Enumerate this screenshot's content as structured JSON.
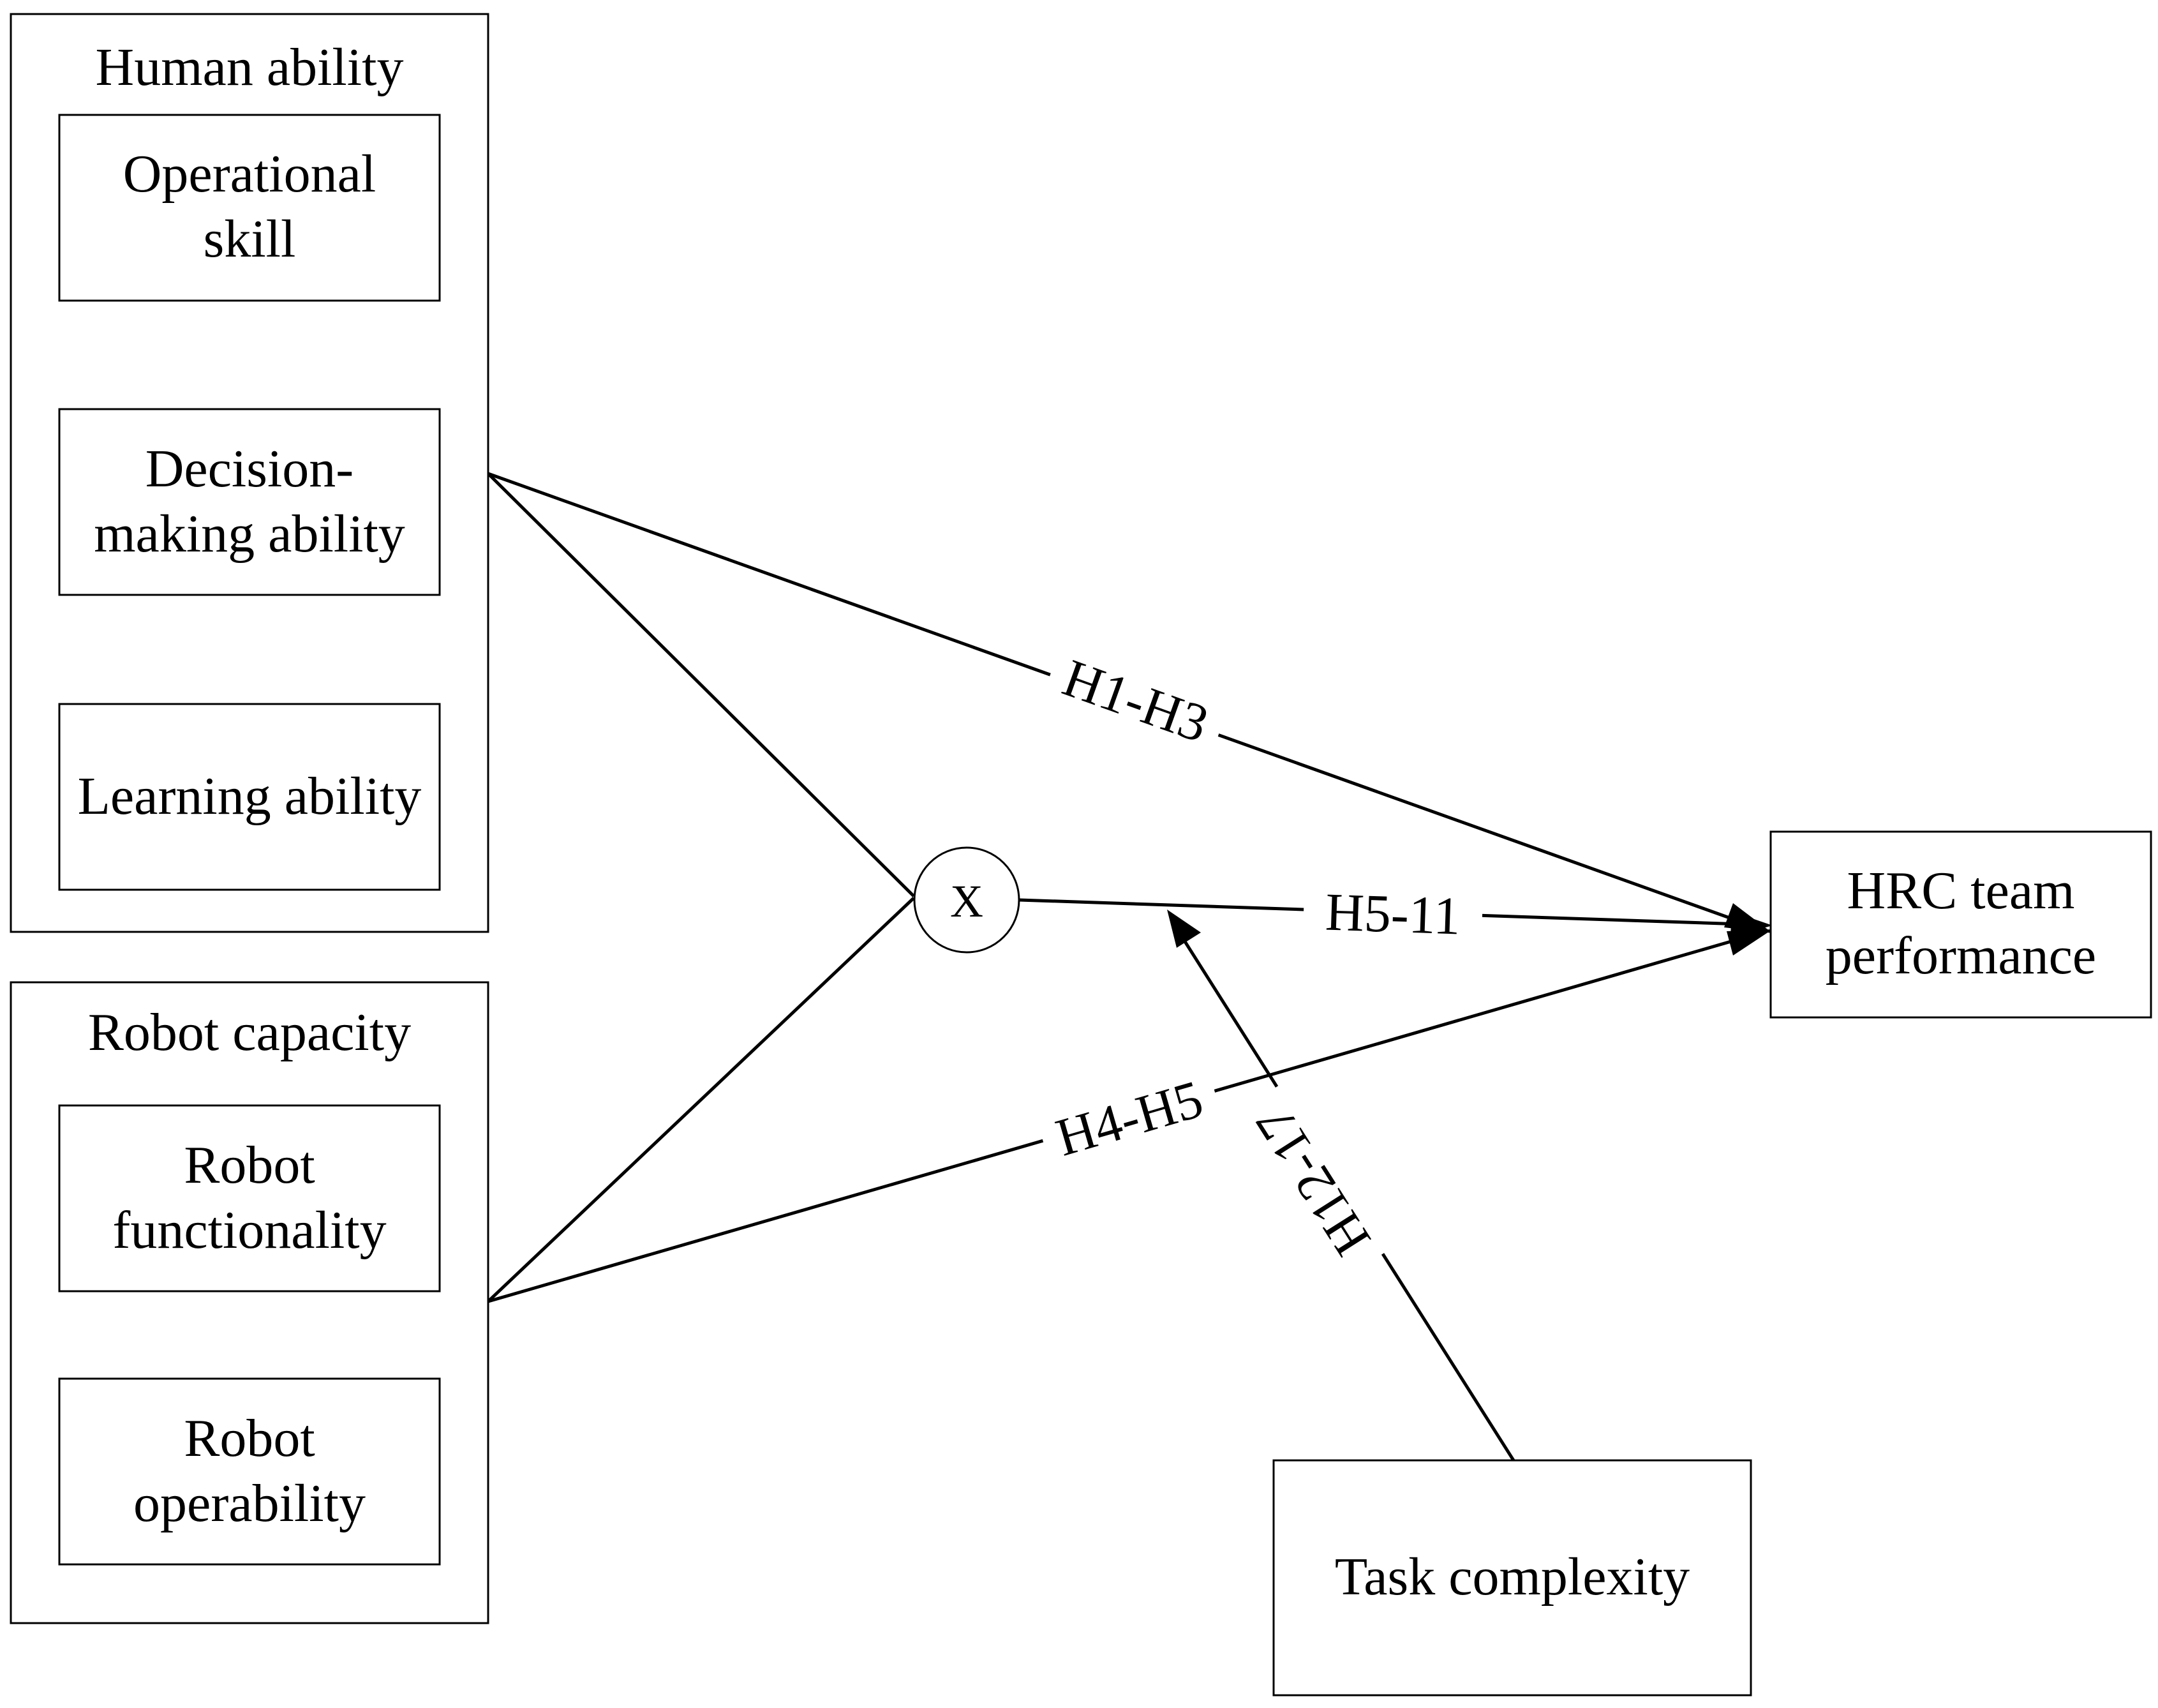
{
  "groups": {
    "human_ability": {
      "title": "Human ability",
      "items": [
        {
          "line1": "Operational",
          "line2": "skill"
        },
        {
          "line1": "Decision-",
          "line2": "making ability"
        },
        {
          "line1": "Learning ability"
        }
      ]
    },
    "robot_capacity": {
      "title": "Robot capacity",
      "items": [
        {
          "line1": "Robot",
          "line2": "functionality"
        },
        {
          "line1": "Robot",
          "line2": "operability"
        }
      ]
    }
  },
  "outcome": {
    "line1": "HRC team",
    "line2": "performance"
  },
  "moderator": {
    "label": "Task complexity"
  },
  "interaction": {
    "symbol": "X"
  },
  "paths": {
    "human_direct": "H1-H3",
    "robot_direct": "H4-H5",
    "interaction": "H5-11",
    "moderation": "H12-17"
  }
}
